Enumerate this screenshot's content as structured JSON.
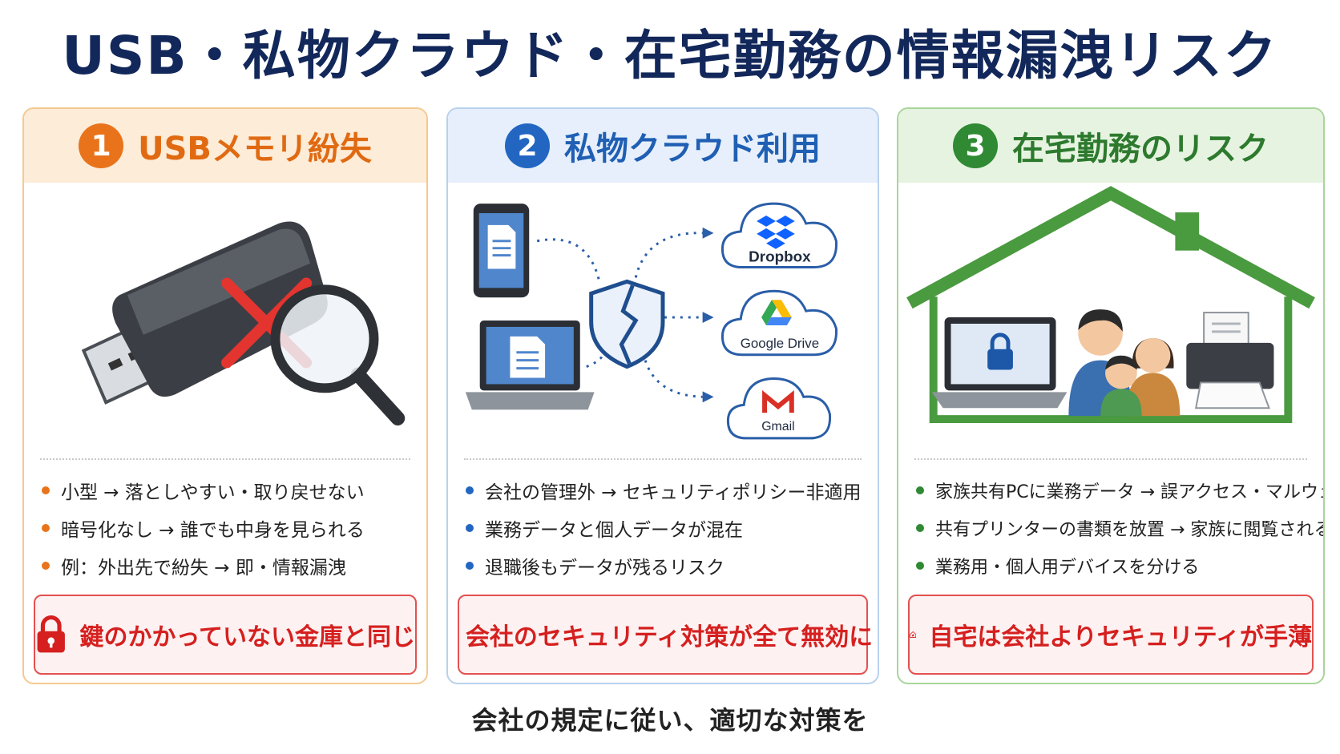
{
  "title": "USB・私物クラウド・在宅勤務の情報漏洩リスク",
  "panels": [
    {
      "number": "1",
      "heading": "USBメモリ紛失",
      "bullets": [
        "小型 → 落としやすい・取り戻せない",
        "暗号化なし → 誰でも中身を見られる",
        "例：外出先で紛失 → 即・情報漏洩"
      ],
      "callout": "鍵のかかっていない金庫と同じ",
      "callout_icon": "padlock-icon"
    },
    {
      "number": "2",
      "heading": "私物クラウド利用",
      "clouds": [
        "Dropbox",
        "Google Drive",
        "Gmail"
      ],
      "bullets": [
        "会社の管理外 → セキュリティポリシー非適用",
        "業務データと個人データが混在",
        "退職後もデータが残るリスク"
      ],
      "callout": "会社のセキュリティ対策が全て無効に",
      "callout_icon": "shield-alert-icon"
    },
    {
      "number": "3",
      "heading": "在宅勤務のリスク",
      "bullets": [
        "家族共有PCに業務データ → 誤アクセス・マルウェア",
        "共有プリンターの書類を放置 → 家族に閲覧される",
        "業務用・個人用デバイスを分ける"
      ],
      "callout": "自宅は会社よりセキュリティが手薄",
      "callout_icon": "house-alert-icon"
    }
  ],
  "footer": "会社の規定に従い、適切な対策を",
  "colors": {
    "title": "#13285a",
    "panel1_accent": "#e9731b",
    "panel2_accent": "#2266c2",
    "panel3_accent": "#2f8a33",
    "alert": "#d5201f"
  }
}
